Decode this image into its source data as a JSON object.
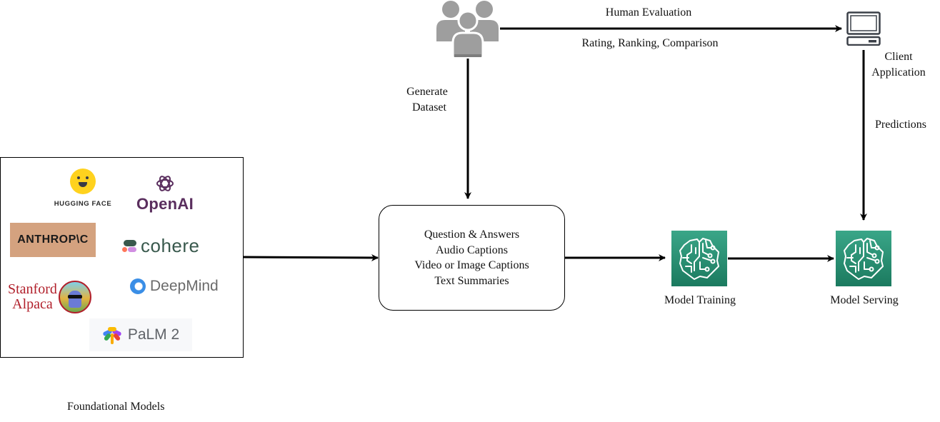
{
  "diagram": {
    "nodes": {
      "human_evaluators": {
        "icon": "people-group-icon"
      },
      "client_application": {
        "icon": "desktop-computer-icon",
        "label_lines": [
          "Client",
          "Application"
        ]
      },
      "dataset_types": {
        "lines": [
          "Question & Answers",
          "Audio Captions",
          "Video or Image Captions",
          "Text Summaries"
        ]
      },
      "model_training": {
        "icon": "brain-circuit-icon",
        "label": "Model Training"
      },
      "model_serving": {
        "icon": "brain-circuit-icon",
        "label": "Model Serving"
      },
      "foundational_models": {
        "label": "Foundational Models",
        "logos": {
          "hugging_face": "HUGGING FACE",
          "openai": "OpenAI",
          "anthropic": "ANTHROP\\C",
          "cohere": "cohere",
          "stanford_alpaca": [
            "Stanford",
            "Alpaca"
          ],
          "deepmind": "DeepMind",
          "palm2": "PaLM 2"
        }
      }
    },
    "edges": {
      "human_to_client": {
        "label_above": "Human Evaluation",
        "label_below": "Rating, Ranking, Comparison"
      },
      "human_to_dataset": {
        "label_lines": [
          "Generate",
          "Dataset"
        ]
      },
      "client_to_serving": {
        "label": "Predictions"
      },
      "models_to_dataset": {},
      "dataset_to_training": {},
      "training_to_serving": {}
    },
    "colors": {
      "brain_tile_top": "#3aa688",
      "brain_tile_bottom": "#1b7a5f",
      "people_icon": "#9e9e9e",
      "anthropic_bg": "#d4a27f",
      "openai_text": "#5a2e5e",
      "stanford_red": "#b1202b"
    }
  }
}
